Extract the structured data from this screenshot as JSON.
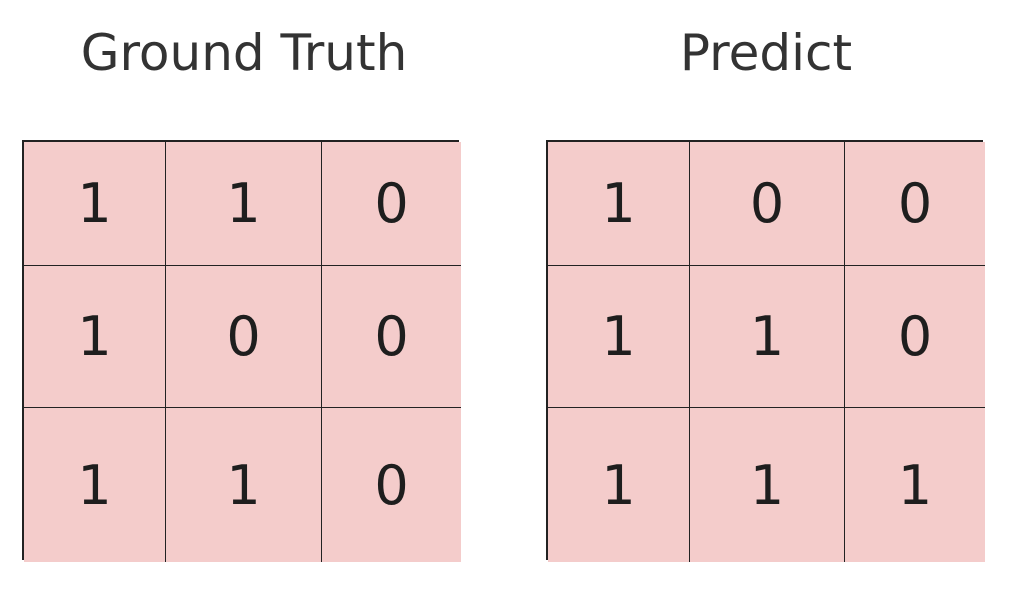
{
  "colors": {
    "cell_fill": "#f4cccb",
    "grid_line": "#222222",
    "title_text": "#333333"
  },
  "ground_truth": {
    "title": "Ground Truth",
    "matrix": [
      [
        "1",
        "1",
        "0"
      ],
      [
        "1",
        "0",
        "0"
      ],
      [
        "1",
        "1",
        "0"
      ]
    ]
  },
  "predict": {
    "title": "Predict",
    "matrix": [
      [
        "1",
        "0",
        "0"
      ],
      [
        "1",
        "1",
        "0"
      ],
      [
        "1",
        "1",
        "1"
      ]
    ]
  }
}
